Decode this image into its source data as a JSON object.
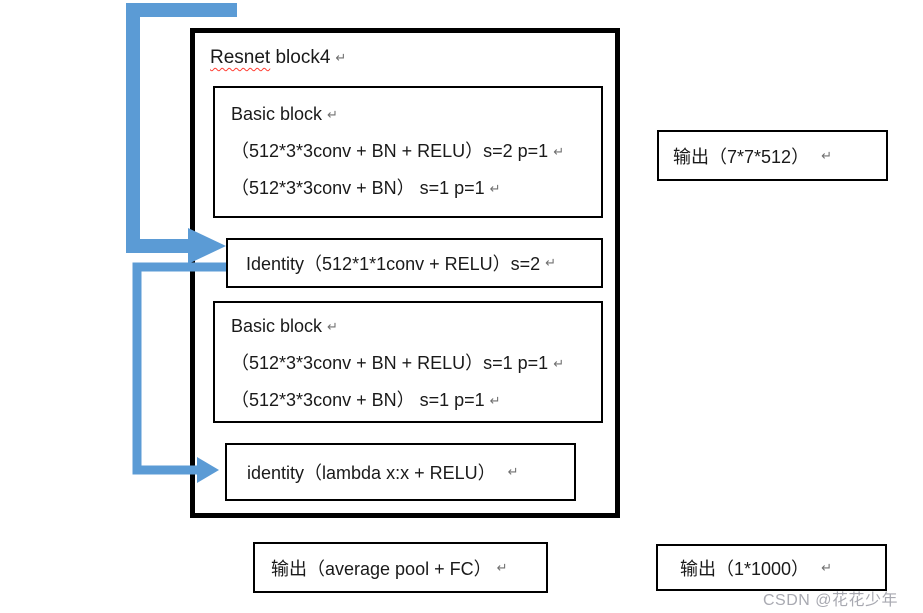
{
  "marks": {
    "return": "↵"
  },
  "colors": {
    "arrow_blue": "#5B9BD5",
    "border_black": "#000000",
    "spellcheck_red": "#ff3b30",
    "watermark_gray": "#9ea0a8"
  },
  "outer_block": {
    "title_misspelled": "Resnet",
    "title_rest": " block4"
  },
  "basic_block_1": {
    "title": "Basic block",
    "lines": [
      "（512*3*3conv + BN + RELU）s=2 p=1",
      "（512*3*3conv + BN） s=1 p=1"
    ]
  },
  "identity_1": {
    "label": "Identity（512*1*1conv + RELU）s=2"
  },
  "basic_block_2": {
    "title": "Basic block",
    "lines": [
      "（512*3*3conv + BN + RELU）s=1 p=1",
      "（512*3*3conv + BN） s=1 p=1"
    ]
  },
  "identity_2": {
    "label": "identity（lambda x:x + RELU）"
  },
  "outputs": {
    "right": "输出（7*7*512）",
    "bottom": "输出（average pool + FC）",
    "bottom_right": "输出（1*1000）"
  },
  "watermark": {
    "text": "CSDN @花花少年"
  }
}
